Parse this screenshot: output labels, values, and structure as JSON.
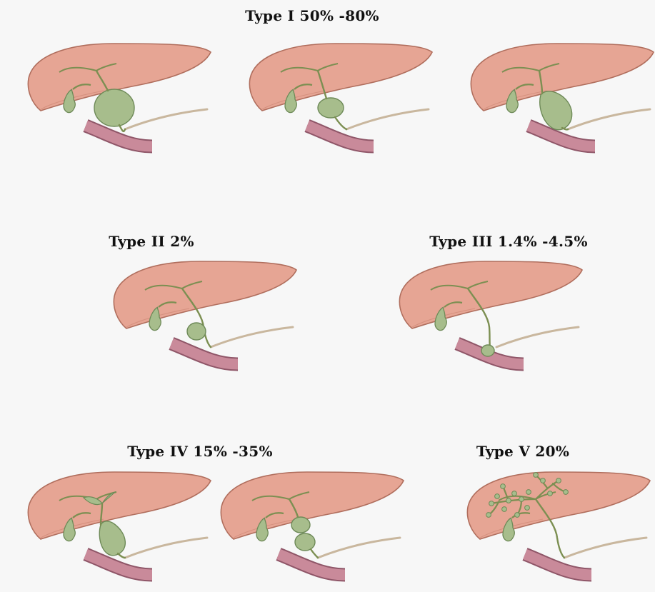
{
  "groups": [
    {
      "label": "Type I 50% -80%"
    },
    {
      "label": "Type II 2%"
    },
    {
      "label": "Type III 1.4% -4.5%"
    },
    {
      "label": "Type IV 15% -35%"
    },
    {
      "label": "Type V 20%"
    }
  ],
  "colors": {
    "background": "#f7f7f7",
    "liver_fill": "#e6a594",
    "liver_stroke": "#b06e5d",
    "gallbladder_fill": "#a7bd8c",
    "gallbladder_stroke": "#6e8a58",
    "duct": "#7c8f52",
    "duodenum_fill": "#c98a9a",
    "duodenum_stroke": "#8f5668",
    "pancreatic_duct": "#c9b79e"
  }
}
